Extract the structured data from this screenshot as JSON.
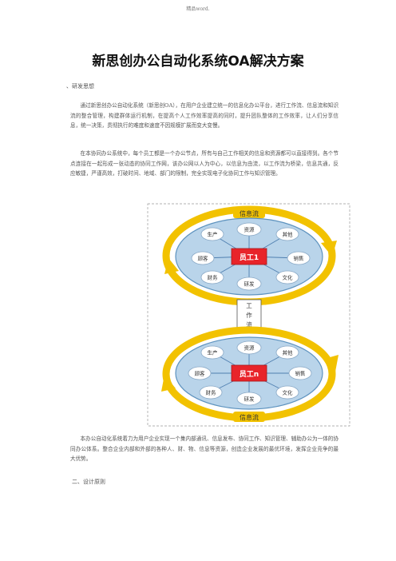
{
  "header": "精品word.",
  "title": "新思创办公自动化系统OA解决方案",
  "section1": "、研发思想",
  "para1": "通过新思创办公自动化系统（新思创OA），在用户企业建立统一的信息化办公平台，进行工作流、信息流和知识流的整合管理，构建群体运行机制，在提高个人工作效率提高的同时，提升团队整体的工作效率，让人们分享信息，统一决策，贯彻执行的难度和速度不因规模扩展而变大变慢。",
  "para2": "在本协同办公系统中，每个员工都是一个办公节点，所有与自己工作相关的信息和资源都可以直接得到。各个节点连接在一起形成一张动态的协同工作网，该办公网以人为中心，以信息为由流，以工作流为桥梁，信息共通，反应敏捷，严谨高效，打破时间、地域、部门的限制，完全实现电子化协同工作与知识管理。",
  "diagram": {
    "top_flow": "信息流",
    "bottom_flow": "信息流",
    "work_flow": [
      "工",
      "作",
      "流"
    ],
    "center_top": "员工1",
    "center_bottom": "员工n",
    "nodes_top": {
      "top": "资源",
      "top_left": "生产",
      "top_right": "其他",
      "left": "顾客",
      "right": "销售",
      "bottom_left": "财务",
      "bottom_right": "文化",
      "bottom": "研发"
    },
    "nodes_bottom": {
      "top": "资源",
      "top_left": "生产",
      "top_right": "其他",
      "left": "顾客",
      "right": "销售",
      "bottom_left": "财务",
      "bottom_right": "文化",
      "bottom": "研发"
    }
  },
  "para3": "本办公自动化系统着力为用户企业实现一个集内部通讯、信息发布、协同工作、知识管理、辅助办公为一体的协同办公体系。整合企业内部和外部的各种人、财、物、信息等资源，创造企业发展的最优环境，发挥企业竞争的最大优势。",
  "section2": "二、设计原则"
}
